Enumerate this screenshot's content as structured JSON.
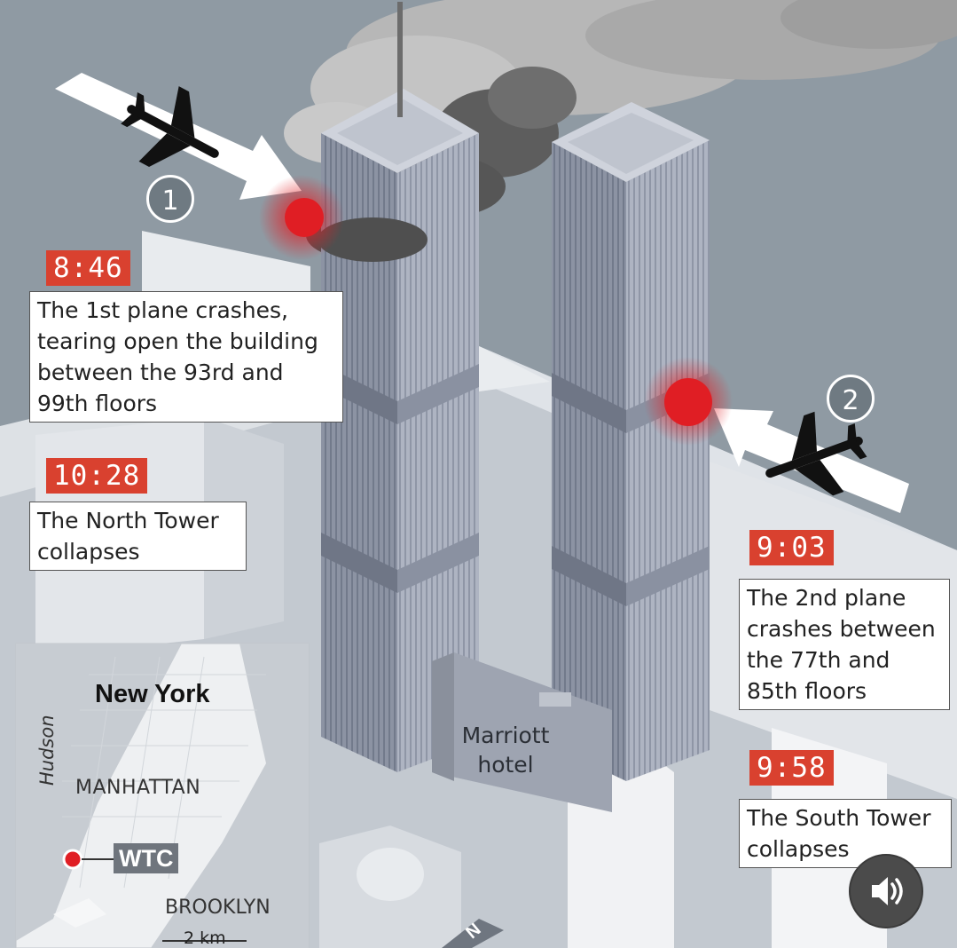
{
  "events": [
    {
      "id": 1,
      "number": "1",
      "time": "8:46",
      "text_lines": [
        "The 1st plane crashes,",
        "tearing open the building",
        "between the 93rd and",
        "99th floors"
      ]
    },
    {
      "id": 2,
      "number": "2",
      "time": "9:03",
      "text_lines": [
        "The 2nd plane",
        "crashes between",
        "the 77th and",
        "85th floors"
      ]
    },
    {
      "id": 3,
      "time": "9:58",
      "text_lines": [
        "The South Tower",
        "collapses"
      ]
    },
    {
      "id": 4,
      "time": "10:28",
      "text_lines": [
        "The North Tower",
        "collapses"
      ]
    }
  ],
  "building_label": [
    "Marriott",
    "hotel"
  ],
  "map": {
    "city": "New York",
    "river": "Hudson",
    "borough": "MANHATTAN",
    "other_borough": "BROOKLYN",
    "marker": "WTC",
    "scale": "2 km"
  },
  "compass": "N",
  "colors": {
    "accent_red": "#d9412f",
    "impact": "#e01e24",
    "tower": "#b9bfcb",
    "background": "#8f9aa3"
  },
  "icons": [
    "airplane-icon",
    "speaker-icon",
    "north-arrow-icon"
  ]
}
